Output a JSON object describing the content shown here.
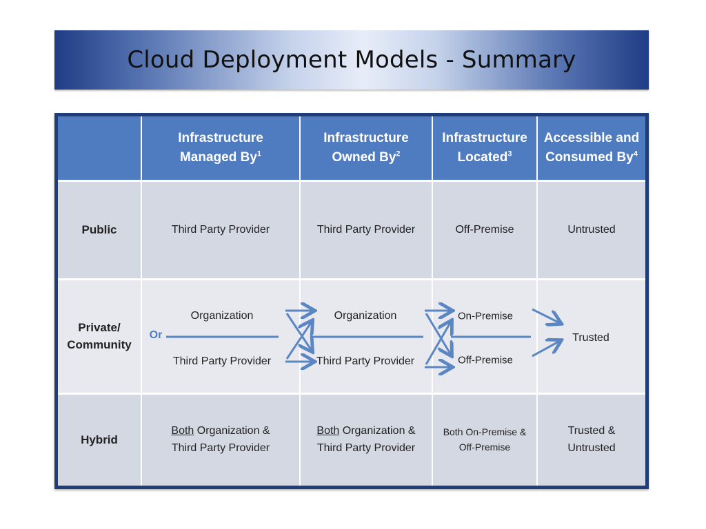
{
  "slide": {
    "title": "Cloud Deployment Models - Summary"
  },
  "table": {
    "headers": [
      {
        "text": "Infrastructure Managed By",
        "sup": "1"
      },
      {
        "text": "Infrastructure Owned By",
        "sup": "2"
      },
      {
        "text": "Infrastructure Located",
        "sup": "3"
      },
      {
        "text": "Accessible and Consumed By",
        "sup": "4"
      }
    ],
    "header_lines": [
      [
        "Infrastructure",
        "Managed By"
      ],
      [
        "Infrastructure",
        "Owned By"
      ],
      [
        "Infrastructure",
        "Located"
      ],
      [
        "Accessible and",
        "Consumed By"
      ]
    ],
    "public": {
      "label": "Public",
      "managed_by": "Third Party Provider",
      "owned_by": "Third Party Provider",
      "located": "Off-Premise",
      "consumed_by": "Untrusted"
    },
    "private": {
      "label_line1": "Private/",
      "label_line2": "Community",
      "or": "Or",
      "managed_by_top": "Organization",
      "managed_by_bottom": "Third Party Provider",
      "owned_by_top": "Organization",
      "owned_by_bottom": "Third Party Provider",
      "located_top": "On-Premise",
      "located_bottom": "Off-Premise",
      "consumed_by": "Trusted"
    },
    "hybrid": {
      "label": "Hybrid",
      "managed_by_both": "Both",
      "managed_by_rest": " Organization &",
      "managed_by_line2": "Third Party Provider",
      "owned_by_both": "Both",
      "owned_by_rest": " Organization &",
      "owned_by_line2": "Third Party Provider",
      "located_line1": "Both On-Premise &",
      "located_line2": "Off-Premise",
      "consumed_line1": "Trusted &",
      "consumed_line2": "Untrusted"
    }
  },
  "colors": {
    "title_bar_dark": "#1f3c86",
    "header_blue": "#4f7cc0",
    "frame_navy": "#1f3e78",
    "row_shade_dark": "#d4d8e3",
    "row_shade_light": "#e7e9ef",
    "arrow_blue": "#5a86c4"
  }
}
